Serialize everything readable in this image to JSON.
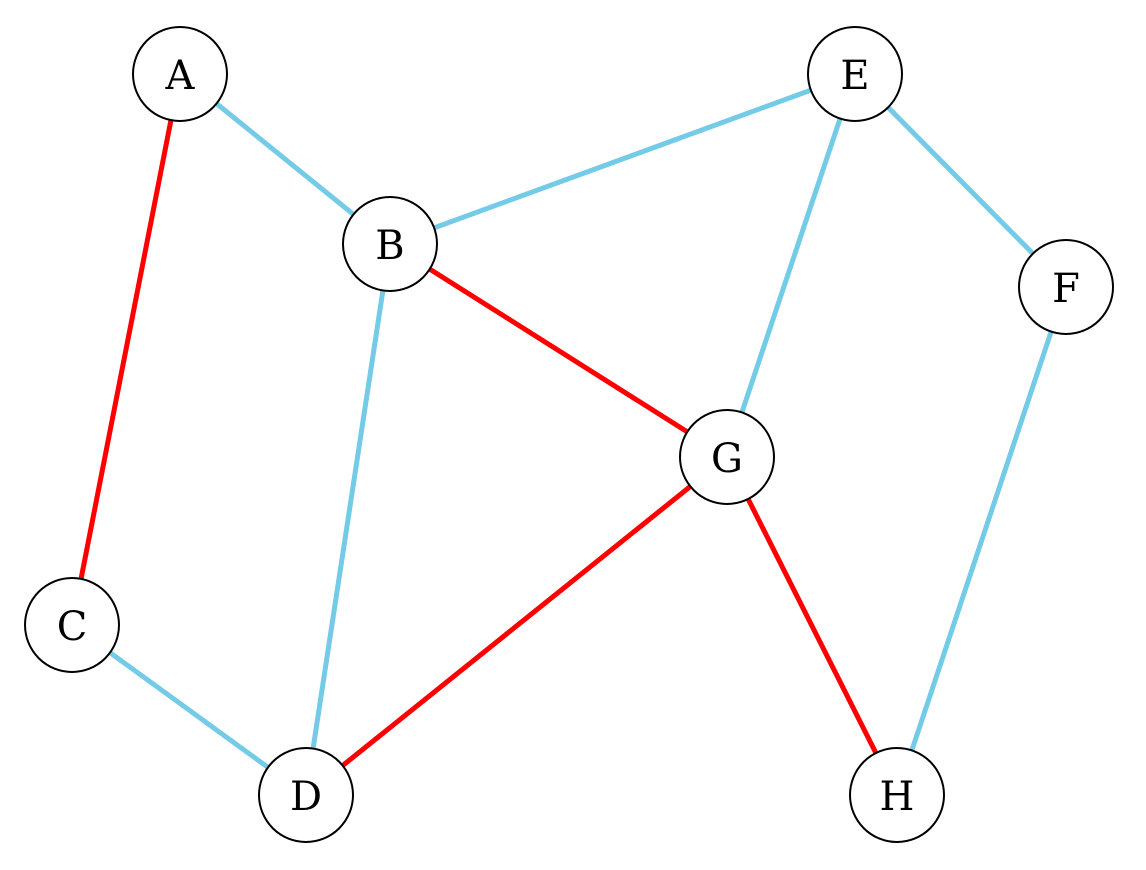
{
  "graph": {
    "colors": {
      "highlight": "#ff0000",
      "normal": "#74cbe8"
    },
    "nodes": [
      {
        "id": "A",
        "label": "A"
      },
      {
        "id": "B",
        "label": "B"
      },
      {
        "id": "C",
        "label": "C"
      },
      {
        "id": "D",
        "label": "D"
      },
      {
        "id": "E",
        "label": "E"
      },
      {
        "id": "F",
        "label": "F"
      },
      {
        "id": "G",
        "label": "G"
      },
      {
        "id": "H",
        "label": "H"
      }
    ],
    "edges": [
      {
        "from": "A",
        "to": "B",
        "highlighted": false
      },
      {
        "from": "A",
        "to": "C",
        "highlighted": true
      },
      {
        "from": "B",
        "to": "E",
        "highlighted": false
      },
      {
        "from": "B",
        "to": "D",
        "highlighted": false
      },
      {
        "from": "B",
        "to": "G",
        "highlighted": true
      },
      {
        "from": "C",
        "to": "D",
        "highlighted": false
      },
      {
        "from": "D",
        "to": "G",
        "highlighted": true
      },
      {
        "from": "E",
        "to": "G",
        "highlighted": false
      },
      {
        "from": "E",
        "to": "F",
        "highlighted": false
      },
      {
        "from": "F",
        "to": "H",
        "highlighted": false
      },
      {
        "from": "G",
        "to": "H",
        "highlighted": true
      }
    ]
  }
}
